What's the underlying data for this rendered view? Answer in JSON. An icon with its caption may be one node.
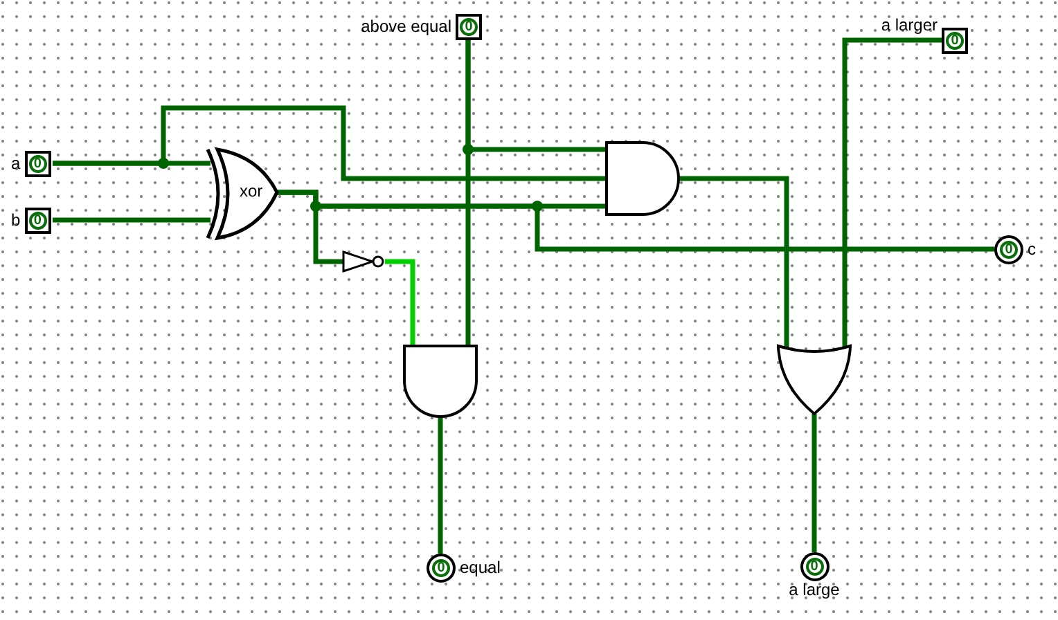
{
  "diagram": {
    "nodes": [
      {
        "text": [
          "a",
          "0"
        ]
      },
      {
        "text": [
          "b",
          "0"
        ]
      },
      {
        "text": [
          "above equal",
          "0"
        ]
      },
      {
        "text": [
          "a larger",
          "0"
        ]
      },
      {
        "text": [
          "xor"
        ]
      },
      {
        "text": [],
        "shape": "triangle"
      },
      {
        "text": [],
        "shape": "gate"
      },
      {
        "text": [],
        "shape": "gate"
      },
      {
        "text": [],
        "shape": "gate"
      },
      {
        "text": [
          "0",
          "c"
        ]
      },
      {
        "text": [
          "0",
          "equal"
        ]
      },
      {
        "text": [
          "0",
          "a large"
        ]
      }
    ],
    "edges": [
      {
        "from": 0,
        "to": 4,
        "arrow": "none"
      },
      {
        "from": 0,
        "to": 6,
        "arrow": "none"
      },
      {
        "from": 1,
        "to": 4,
        "arrow": "none"
      },
      {
        "from": 4,
        "to": 5,
        "arrow": "none"
      },
      {
        "from": 4,
        "to": 6,
        "arrow": "none"
      },
      {
        "from": 4,
        "to": 9,
        "arrow": "none"
      },
      {
        "from": 2,
        "to": 6,
        "arrow": "none"
      },
      {
        "from": 2,
        "to": 7,
        "arrow": "none"
      },
      {
        "from": 5,
        "to": 7,
        "arrow": "none",
        "color": "#00d000"
      },
      {
        "from": 6,
        "to": 8,
        "arrow": "none"
      },
      {
        "from": 3,
        "to": 8,
        "arrow": "none"
      },
      {
        "from": 7,
        "to": 10,
        "arrow": "none"
      },
      {
        "from": 8,
        "to": 11,
        "arrow": "none"
      }
    ]
  }
}
